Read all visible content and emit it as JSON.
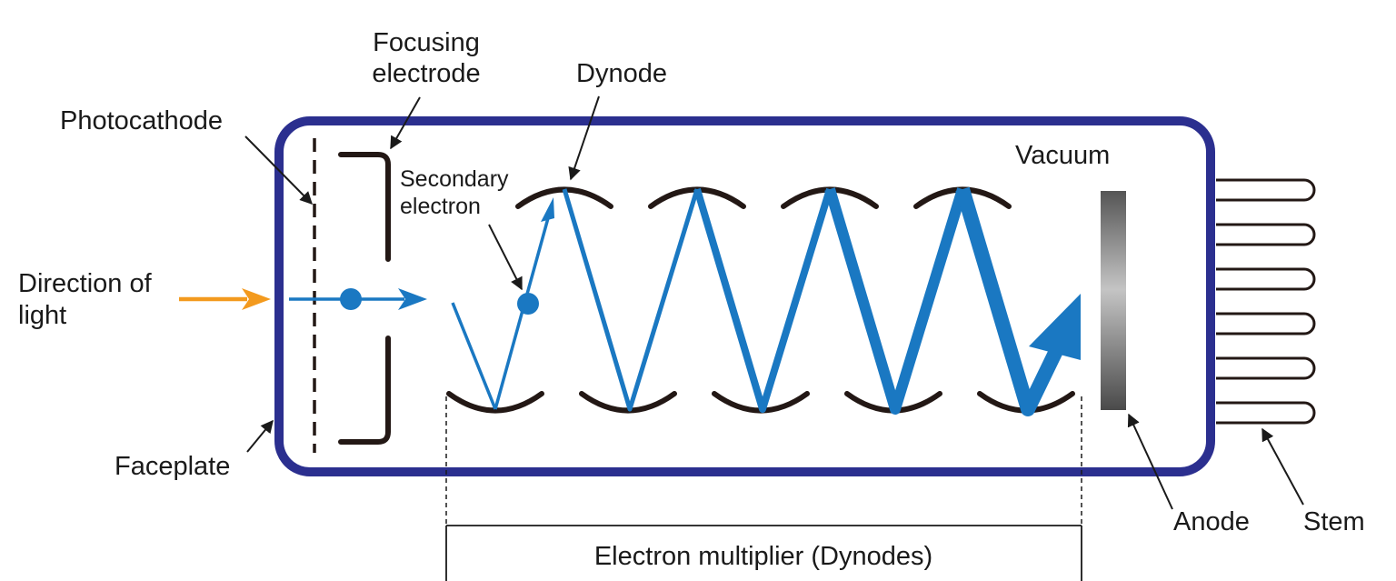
{
  "labels": {
    "focusing_electrode_line1": "Focusing",
    "focusing_electrode_line2": "electrode",
    "dynode": "Dynode",
    "photocathode": "Photocathode",
    "secondary_electron_line1": "Secondary",
    "secondary_electron_line2": "electron",
    "vacuum": "Vacuum",
    "direction_of_light_line1": "Direction of",
    "direction_of_light_line2": "light",
    "faceplate": "Faceplate",
    "anode": "Anode",
    "stem": "Stem",
    "electron_multiplier": "Electron multiplier (Dynodes)"
  },
  "colors": {
    "tube_outline": "#2b2f8f",
    "electron_path": "#1a78c2",
    "light_arrow": "#f39a1e",
    "electrode": "#231815",
    "annotation": "#1a1a1a"
  }
}
